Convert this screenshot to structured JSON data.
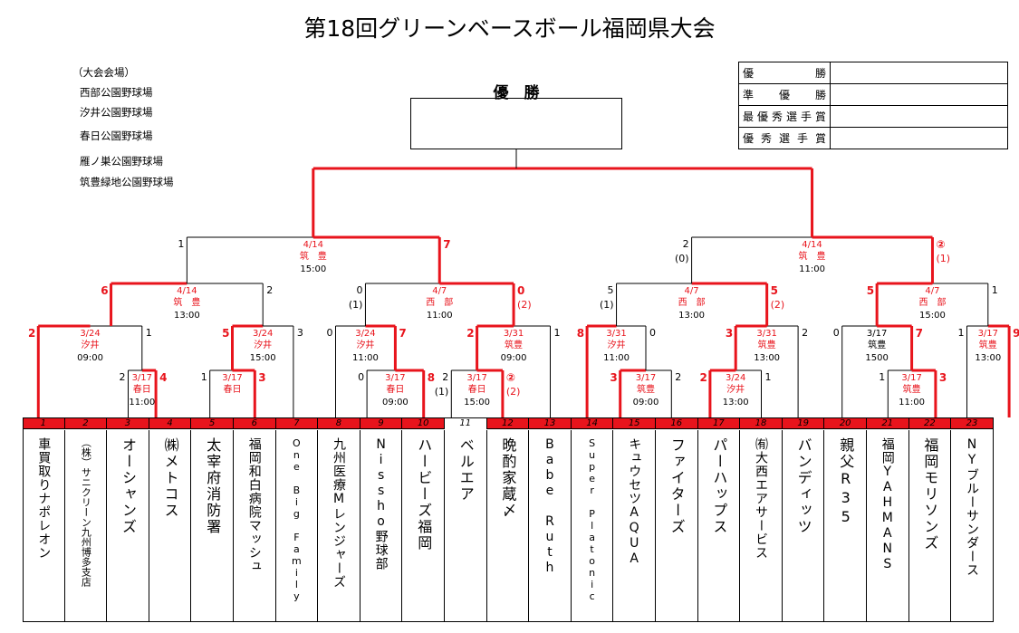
{
  "title": "第18回グリーンベースボール福岡県大会",
  "venues": {
    "heading": "（大会会場）",
    "list": [
      "西部公園野球場",
      "汐井公園野球場",
      "春日公園野球場",
      "雁ノ巣公園野球場",
      "筑豊緑地公園野球場"
    ]
  },
  "awards": [
    "優勝",
    "準優勝",
    "最優秀選手賞",
    "優秀選手賞"
  ],
  "champion_label": "優　勝",
  "teams": [
    {
      "no": "1",
      "name": "車買取りナポレオン"
    },
    {
      "no": "2",
      "name": "（株）サニクリーン九州博多支店"
    },
    {
      "no": "3",
      "name": "オーシャンズ"
    },
    {
      "no": "4",
      "name": "㈱メトコス"
    },
    {
      "no": "5",
      "name": "太宰府消防署"
    },
    {
      "no": "6",
      "name": "福岡和白病院マッシュ"
    },
    {
      "no": "7",
      "name": "One Big Family"
    },
    {
      "no": "8",
      "name": "九州医療Mレンジャーズ"
    },
    {
      "no": "9",
      "name": "Nissho野球部"
    },
    {
      "no": "10",
      "name": "ハービーズ福岡"
    },
    {
      "no": "11",
      "name": "ベルエア"
    },
    {
      "no": "12",
      "name": "晩酌家蔵〆"
    },
    {
      "no": "13",
      "name": "Babe Ruth"
    },
    {
      "no": "14",
      "name": "Super Platonic"
    },
    {
      "no": "15",
      "name": "キュウセツAQUA"
    },
    {
      "no": "16",
      "name": "ファイターズ"
    },
    {
      "no": "17",
      "name": "パーハップス"
    },
    {
      "no": "18",
      "name": "㈲大西エアサービス"
    },
    {
      "no": "19",
      "name": "バンディッツ"
    },
    {
      "no": "20",
      "name": "親父R35"
    },
    {
      "no": "21",
      "name": "福岡YAHMANS"
    },
    {
      "no": "22",
      "name": "福岡モリソンズ"
    },
    {
      "no": "23",
      "name": "NYブルーサンダース"
    }
  ],
  "matches": [
    {
      "id": "r1a",
      "date": "3/17",
      "venue": "春日",
      "time": "11:00",
      "score_l": "2",
      "score_r": "4"
    },
    {
      "id": "r1b",
      "date": "3/17",
      "venue": "春日",
      "time": "",
      "score_l": "1",
      "score_r": "3"
    },
    {
      "id": "r1c",
      "date": "3/17",
      "venue": "春日",
      "time": "09:00",
      "score_l": "0",
      "score_r": "8"
    },
    {
      "id": "r1d",
      "date": "3/17",
      "venue": "春日",
      "time": "15:00",
      "score_l": "2",
      "score_r": "②",
      "pk_l": "(1)",
      "pk_r": "(2)"
    },
    {
      "id": "r1e",
      "date": "3/17",
      "venue": "筑豊",
      "time": "09:00",
      "score_l": "3",
      "score_r": "2"
    },
    {
      "id": "r1f",
      "date": "3/24",
      "venue": "汐井",
      "time": "13:00",
      "score_l": "2",
      "score_r": "1"
    },
    {
      "id": "r1g",
      "date": "3/17",
      "venue": "筑豊",
      "time": "11:00",
      "score_l": "1",
      "score_r": "3"
    },
    {
      "id": "r2a",
      "date": "3/24",
      "venue": "汐井",
      "time": "09:00",
      "score_l": "2",
      "score_r": "1"
    },
    {
      "id": "r2b",
      "date": "3/24",
      "venue": "汐井",
      "time": "15:00",
      "score_l": "5",
      "score_r": "3"
    },
    {
      "id": "r2c",
      "date": "3/24",
      "venue": "汐井",
      "time": "11:00",
      "score_l": "0",
      "score_r": "7"
    },
    {
      "id": "r2d",
      "date": "3/31",
      "venue": "筑豊",
      "time": "09:00",
      "score_l": "2",
      "score_r": "1"
    },
    {
      "id": "r2e",
      "date": "3/31",
      "venue": "汐井",
      "time": "11:00",
      "score_l": "8",
      "score_r": "0"
    },
    {
      "id": "r2f",
      "date": "3/31",
      "venue": "筑豊",
      "time": "13:00",
      "score_l": "3",
      "score_r": "2"
    },
    {
      "id": "r2g",
      "date": "3/17",
      "venue": "筑豊",
      "time": "1500",
      "score_l": "0",
      "score_r": "7"
    },
    {
      "id": "r2h",
      "date": "3/17",
      "venue": "筑豊",
      "time": "13:00",
      "score_l": "1",
      "score_r": "9"
    },
    {
      "id": "r3a",
      "date": "4/14",
      "venue": "筑　豊",
      "time": "13:00",
      "score_l": "6",
      "score_r": "2"
    },
    {
      "id": "r3b",
      "date": "4/7",
      "venue": "西　部",
      "time": "11:00",
      "score_l": "0",
      "score_r": "0",
      "pk_l": "(1)",
      "pk_r": "(2)"
    },
    {
      "id": "r3c",
      "date": "4/7",
      "venue": "西　部",
      "time": "13:00",
      "score_l": "5",
      "score_r": "5",
      "pk_l": "(1)",
      "pk_r": "(2)"
    },
    {
      "id": "r3d",
      "date": "4/7",
      "venue": "西　部",
      "time": "15:00",
      "score_l": "5",
      "score_r": "1"
    },
    {
      "id": "sf1",
      "date": "4/14",
      "venue": "筑　豊",
      "time": "15:00",
      "score_l": "1",
      "score_r": "7"
    },
    {
      "id": "sf2",
      "date": "4/14",
      "venue": "筑　豊",
      "time": "11:00",
      "score_l": "2",
      "score_r": "②",
      "pk_l": "(0)",
      "pk_r": "(1)"
    }
  ]
}
